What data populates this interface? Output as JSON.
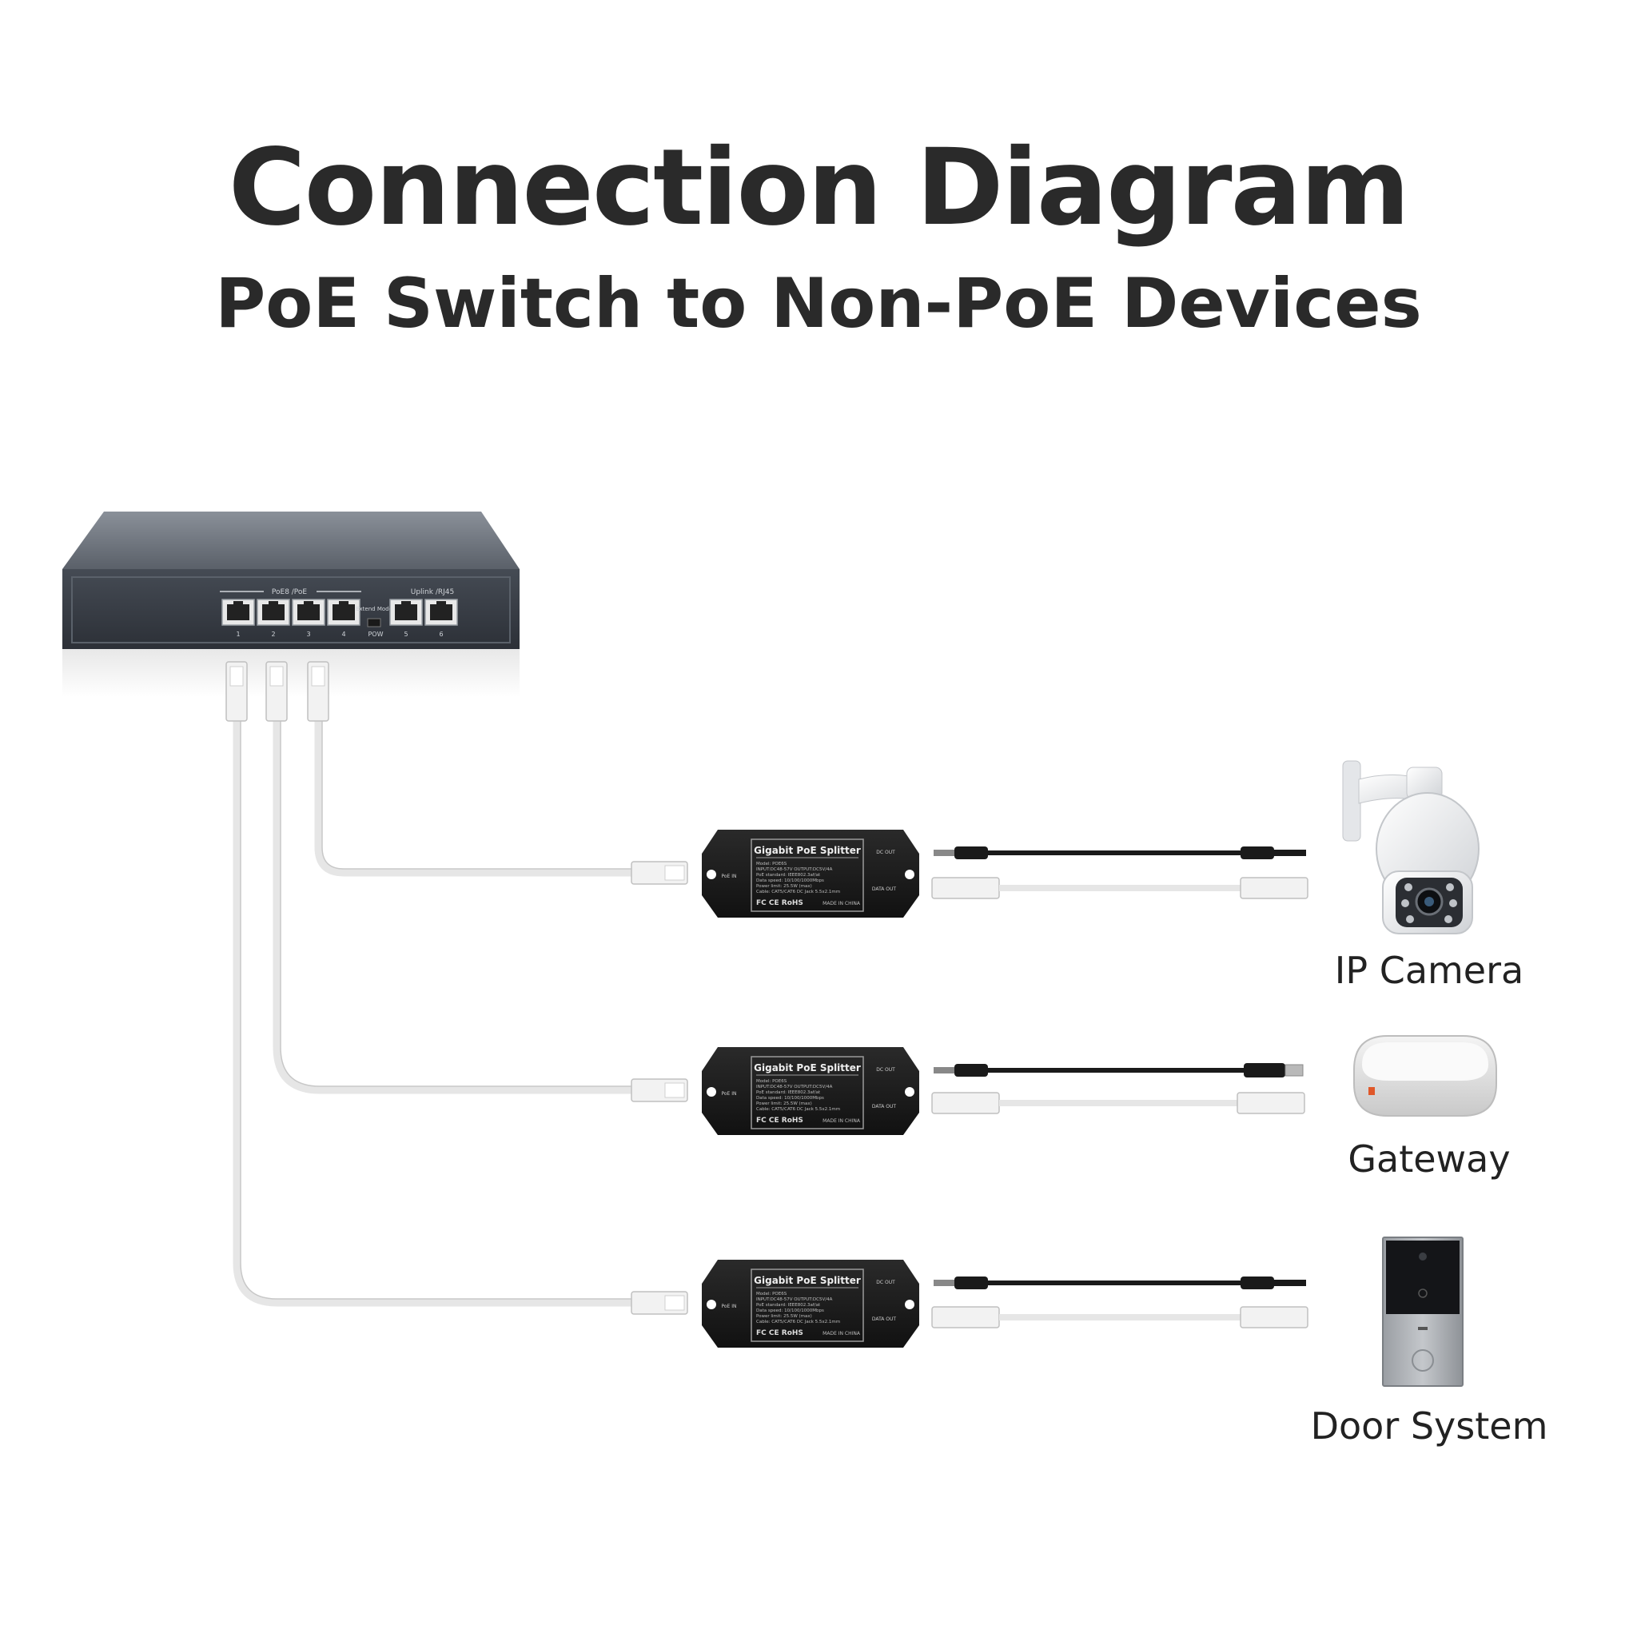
{
  "header": {
    "title": "Connection Diagram",
    "subtitle": "PoE Switch to Non-PoE Devices"
  },
  "switch": {
    "group_label_poe": "PoE8 /PoE",
    "group_label_uplink": "Uplink /RJ45",
    "port_numbers": [
      "1",
      "2",
      "3",
      "4",
      "5",
      "6"
    ],
    "toggle_label": "Extend Mode",
    "led_label": "POW"
  },
  "splitters": [
    {
      "title": "Gigabit PoE Splitter",
      "port_in": "PoE IN",
      "port_dc": "DC OUT",
      "port_data": "DATA OUT",
      "spec_lines": [
        "Model: POE6S",
        "INPUT:DC48-57V  OUTPUT:DC5V/4A",
        "PoE standard: IEEE802.3af/at",
        "Data speed: 10/100/1000Mbps",
        "Power limit: 25.5W (max)",
        "Cable: CAT5/CAT6  DC Jack 5.5x2.1mm"
      ],
      "cert": "FC CE RoHS",
      "origin": "MADE IN CHINA"
    },
    {
      "title": "Gigabit PoE Splitter",
      "port_in": "PoE IN",
      "port_dc": "DC OUT",
      "port_data": "DATA OUT",
      "spec_lines": [
        "Model: POE6S",
        "INPUT:DC48-57V  OUTPUT:DC5V/4A",
        "PoE standard: IEEE802.3af/at",
        "Data speed: 10/100/1000Mbps",
        "Power limit: 25.5W (max)",
        "Cable: CAT5/CAT6  DC Jack 5.5x2.1mm"
      ],
      "cert": "FC CE RoHS",
      "origin": "MADE IN CHINA"
    },
    {
      "title": "Gigabit PoE Splitter",
      "port_in": "PoE IN",
      "port_dc": "DC OUT",
      "port_data": "DATA OUT",
      "spec_lines": [
        "Model: POE6S",
        "INPUT:DC48-57V  OUTPUT:DC5V/4A",
        "PoE standard: IEEE802.3af/at",
        "Data speed: 10/100/1000Mbps",
        "Power limit: 25.5W (max)",
        "Cable: CAT5/CAT6  DC Jack 5.5x2.1mm"
      ],
      "cert": "FC CE RoHS",
      "origin": "MADE IN CHINA"
    }
  ],
  "devices": [
    {
      "label": "IP Camera",
      "icon": "ip-camera-icon"
    },
    {
      "label": "Gateway",
      "icon": "gateway-icon"
    },
    {
      "label": "Door System",
      "icon": "door-system-icon"
    }
  ],
  "colors": {
    "title": "#2a2a2a",
    "switch_body": "#3b4048",
    "splitter_body": "#1e1e1e",
    "cable_white": "#e8e8e8",
    "cable_black": "#1a1a1a"
  }
}
